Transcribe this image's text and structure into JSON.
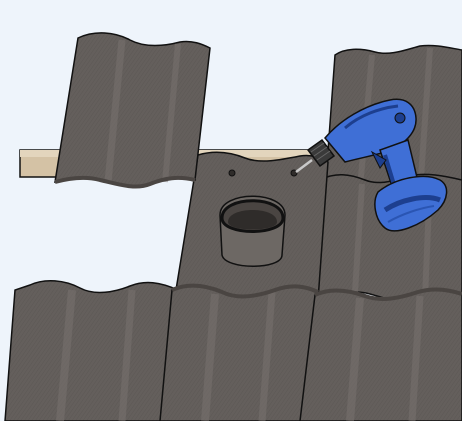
{
  "scene": {
    "subject": "roof-tile-vent-installation",
    "tool": "cordless-drill",
    "tiles": [
      {
        "name": "tile-top-left"
      },
      {
        "name": "tile-top-right"
      },
      {
        "name": "vent-tile"
      },
      {
        "name": "tile-middle-right"
      },
      {
        "name": "tile-bottom-left"
      },
      {
        "name": "tile-bottom-center"
      },
      {
        "name": "tile-bottom-right"
      }
    ]
  },
  "colors": {
    "background": "#eef4fb",
    "tile_fill": "#645f5c",
    "tile_dark": "#4a4542",
    "tile_light": "#7a7471",
    "batten": "#d4c2a5",
    "vent_opening": "#2f2c2a",
    "drill_body": "#3f6fd6",
    "drill_dark": "#1d3f8f",
    "chuck": "#3a3a3a",
    "outline": "#111111"
  }
}
